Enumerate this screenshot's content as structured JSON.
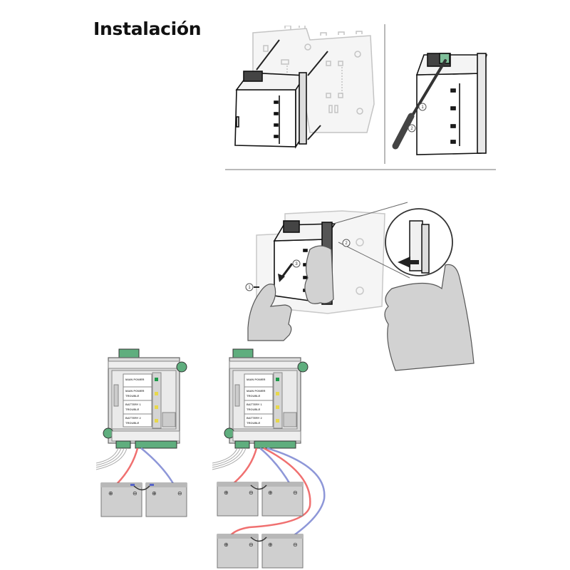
{
  "page": {
    "title": "Instalación"
  },
  "figures": {
    "mounting": {
      "description": "Module sliding onto DIN-rail backplate"
    },
    "screwdriver": {
      "step_markers": [
        "1",
        "2"
      ]
    },
    "removal": {
      "step_markers": [
        "1",
        "2",
        "3"
      ]
    },
    "panel_single_pair": {
      "status_labels": [
        {
          "line1": "MAIN POWER",
          "line2": ""
        },
        {
          "line1": "MAIN POWER",
          "line2": "TROUBLE"
        },
        {
          "line1": "BATTERY 1",
          "line2": "TROUBLE"
        },
        {
          "line1": "BATTERY 2",
          "line2": "TROUBLE"
        }
      ],
      "led_colors": [
        "#1e9b4a",
        "#e8d84a",
        "#e8d84a",
        "#e8d84a"
      ],
      "battery_count": 2
    },
    "panel_double_pair": {
      "status_labels": [
        {
          "line1": "MAIN POWER",
          "line2": ""
        },
        {
          "line1": "MAIN POWER",
          "line2": "TROUBLE"
        },
        {
          "line1": "BATTERY 1",
          "line2": "TROUBLE"
        },
        {
          "line1": "BATTERY 2",
          "line2": "TROUBLE"
        }
      ],
      "led_colors": [
        "#1e9b4a",
        "#e8d84a",
        "#e8d84a",
        "#e8d84a"
      ],
      "battery_count": 4
    }
  },
  "battery": {
    "plus_symbol": "⊕",
    "minus_symbol": "⊖"
  },
  "colors": {
    "wire_positive": "#f07070",
    "wire_negative": "#8e97d8",
    "terminal_green": "#5fae7e",
    "battery_fill": "#cfcfcf",
    "separator": "#b9b9b9"
  }
}
